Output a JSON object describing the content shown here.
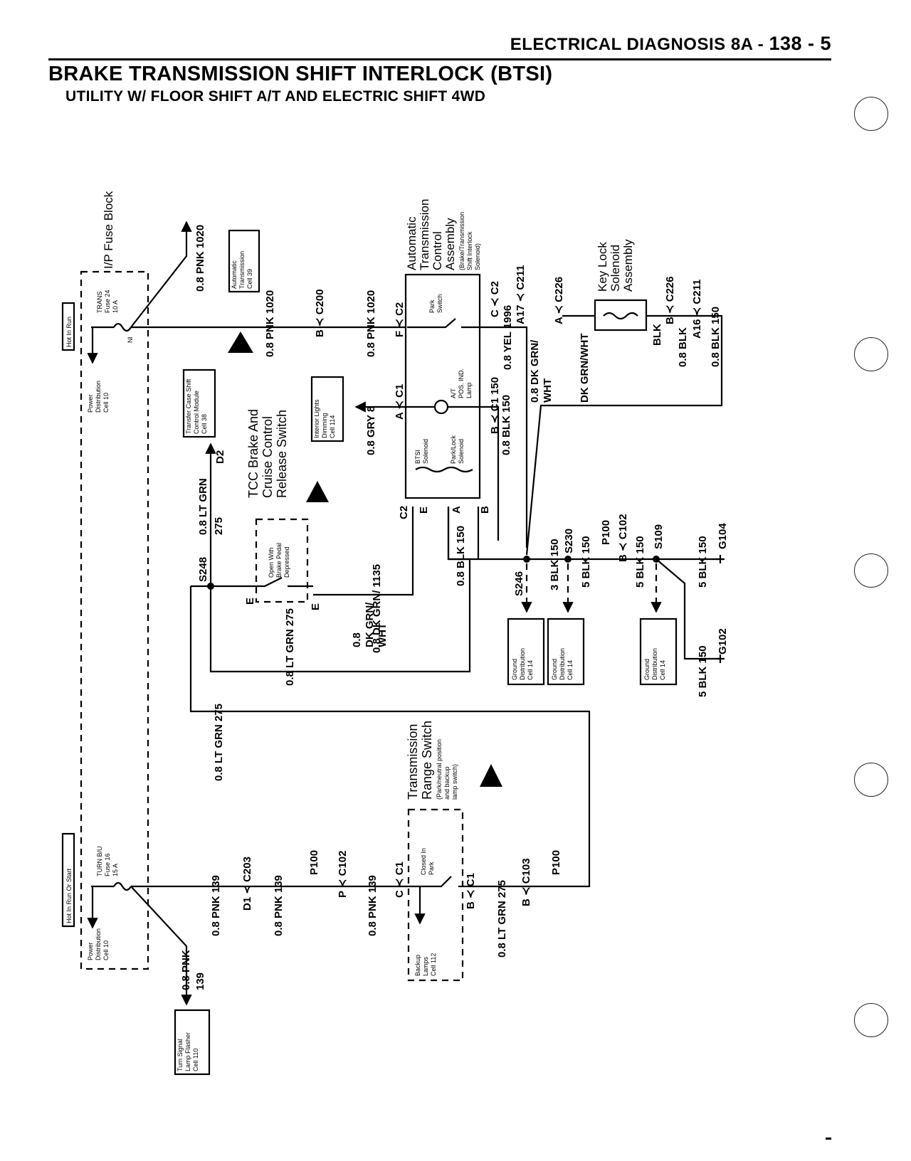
{
  "header": {
    "section": "ELECTRICAL DIAGNOSIS 8A -",
    "page": "138 - 5"
  },
  "title": "BRAKE TRANSMISSION SHIFT INTERLOCK (BTSI)",
  "subtitle": "UTILITY W/ FLOOR SHIFT A/T AND ELECTRIC SHIFT 4WD",
  "fuse_block": {
    "title": "I/P Fuse Block",
    "hot_run": "Hot In Run",
    "hot_run_start": "Hot In Run Or Start",
    "fuse24": [
      "TRANS",
      "Fuse 24",
      "10 A"
    ],
    "fuse16": [
      "TURN B/U",
      "Fuse 16",
      "15 A"
    ],
    "power_dist_a": [
      "Power",
      "Distribution",
      "Cell 10"
    ],
    "power_dist_b": [
      "Power",
      "Distribution",
      "Cell 10"
    ],
    "nl": "Nl"
  },
  "wires": {
    "pnk1020_a": "0.8 PNK 1020",
    "pnk1020_b": "0.8 PNK 1020",
    "pnk1020_c": "0.8 PNK 1020",
    "c200": "B ≺ C200",
    "c2_f": "F ≺ C2",
    "gry8": "0.8 GRY 8",
    "c1_a": "A ≺ C1",
    "c1_b": "B ≺ C1 150",
    "blk150_main": "0.8 BLK 150",
    "c2_c": "C ≺ C2",
    "yel1996": "0.8 YEL 1996",
    "a17": "A17 ≺ C211",
    "dkgrn_a": "0.8 DK GRN/",
    "wht_a": "WHT",
    "c226_a": "A ≺ C226",
    "dkgrn_b": "DK GRN/WHT",
    "blk_k": "BLK",
    "c226_b": "B ≺ C226",
    "blk_k2": "0.8 BLK",
    "a16": "A16 ≺ C211",
    "blk150_k": "0.8 BLK 150",
    "ltgrn275_a": "0.8 LT GRN",
    "n275": "275",
    "d2": "D2",
    "s248": "S248",
    "e1": "E",
    "e2": "E",
    "dkgrn1135": "0.8 DK GRN/ 1135",
    "dkgrn_c": "0.8",
    "dkgrn_d": "DK GRN/",
    "dkgrn_e": "WHT",
    "ltgrn275_b": "0.8 LT GRN 275",
    "ltgrn275_c": "0.8 LT GRN 275",
    "ltgrn275_d": "0.8 LT GRN 275",
    "c2e": "C2",
    "blk150_v": "0.8 BLK 150",
    "s246": "S246",
    "blk3_150": "3 BLK 150",
    "s230": "S230",
    "blk5_150_a": "5 BLK 150",
    "p100": "P100",
    "c102": "B ≺ C102",
    "blk5_150_b": "5 BLK 150",
    "s109": "S109",
    "blk5_150_c": "5 BLK 150",
    "g104": "G104",
    "blk5_150_d": "5 BLK 150",
    "g102": "G102",
    "pnk139_a": "0.8 PNK 139",
    "d1": "D1 ≺ C203",
    "pnk139_b": "0.8 PNK 139",
    "p100_b": "P100",
    "c102_b": "P ≺ C102",
    "pnk139_c": "0.8 PNK 139",
    "c1_c": "C ≺ C1",
    "c1_d": "B ≺ C1",
    "ltgrn275_e": "0.8 LT GRN 275",
    "c103": "B ≺ C103",
    "p100_c": "P100",
    "pnk139_d": "0.8 PNK",
    "n139": "139"
  },
  "components": {
    "atca": [
      "Automatic",
      "Transmission",
      "Control",
      "Assembly"
    ],
    "atca_sub": [
      "(Brake/Transmission",
      "Shift Interlock",
      "Solenoid)"
    ],
    "park_switch": [
      "Park",
      "Switch"
    ],
    "pos_ind": [
      "A/T",
      "POS. IND.",
      "Lamp"
    ],
    "btsi_sol": [
      "BTSI",
      "Solenoid"
    ],
    "parklock_sol": [
      "Park/Lock",
      "Solenoid"
    ],
    "pins": [
      "C2",
      "E",
      "A",
      "B"
    ],
    "keylock": [
      "Key Lock",
      "Solenoid",
      "Assembly"
    ],
    "tcc": [
      "TCC Brake And",
      "Cruise Control",
      "Release Switch"
    ],
    "tcc_sub": [
      "Open With",
      "Brake Pedal",
      "Depressed"
    ],
    "trs": [
      "Transmission",
      "Range Switch"
    ],
    "trs_sub": [
      "(Park/neutral position",
      "and backup",
      "lamp switch)"
    ],
    "closed_park": [
      "Closed In",
      "Park"
    ],
    "backup": [
      "Backup",
      "Lamps",
      "Cell 112"
    ]
  },
  "refs": {
    "auto_trans": [
      "Automatic",
      "Transmission",
      "Cell 39"
    ],
    "interior": [
      "Interior Lights",
      "Dimming",
      "Cell 114"
    ],
    "transfer": [
      "Transfer Case Shift",
      "Control Module",
      "Cell 38"
    ],
    "gnd1": [
      "Ground",
      "Distribution",
      "Cell 14"
    ],
    "gnd2": [
      "Ground",
      "Distribution",
      "Cell 14"
    ],
    "gnd3": [
      "Ground",
      "Distribution",
      "Cell 14"
    ],
    "turn": [
      "Turn Signal",
      "Lamp Flasher",
      "Cell 110"
    ]
  }
}
